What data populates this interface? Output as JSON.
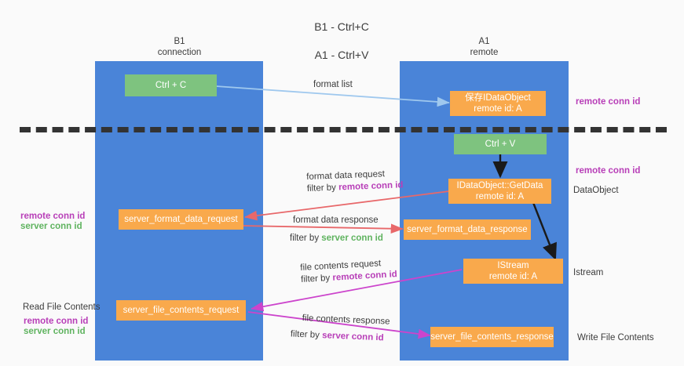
{
  "title": {
    "line1": "B1 - Ctrl+C",
    "line2": "A1 - Ctrl+V"
  },
  "lanes": [
    {
      "id": "b1",
      "name": "B1",
      "role": "connection",
      "label": "B1\nconnection",
      "color": "#4a84d8"
    },
    {
      "id": "a1",
      "name": "A1",
      "role": "remote",
      "label": "A1\nremote",
      "color": "#4a84d8"
    }
  ],
  "nodes": {
    "ctrl_c": "Ctrl + C",
    "ctrl_v": "Ctrl + V",
    "idataobject": "保存IDataObject\nremote id: A",
    "getdata": "IDataObject::GetData\nremote id: A",
    "istream": "IStream\nremote id: A",
    "server_format_data_request": "server_format_data_request",
    "server_format_data_response": "server_format_data_response",
    "server_file_contents_request": "server_file_contents_request",
    "server_file_contents_response": "server_file_contents_response"
  },
  "edges": {
    "format_list": "format list",
    "format_data_request": "format data request",
    "format_data_request_filter_prefix": "filter by ",
    "format_data_request_filter_key": "remote conn id",
    "format_data_response": "format data response",
    "format_data_response_filter_prefix": "filter by ",
    "format_data_response_filter_key": "server conn id",
    "file_contents_request": "file contents request",
    "file_contents_request_filter_prefix": "filter by ",
    "file_contents_request_filter_key": "remote conn id",
    "file_contents_response": "file contents response",
    "file_contents_response_filter_prefix": "filter by ",
    "file_contents_response_filter_key": "server conn id"
  },
  "side_labels": {
    "right_remote_conn_id_top": "remote conn id",
    "right_remote_conn_id_mid": "remote conn id",
    "right_dataobject": "DataObject",
    "right_istream": "Istream",
    "right_write_file_contents": "Write File Contents",
    "left_remote_conn_id": "remote conn id",
    "left_server_conn_id": "server conn id",
    "left_read_file_contents": "Read File Contents",
    "left_remote_conn_id_2": "remote conn id",
    "left_server_conn_id_2": "server conn id"
  },
  "colors": {
    "lane_blue": "#4a84d8",
    "node_orange": "#f9a94c",
    "node_green": "#7ec37f",
    "accent_purple": "#b83fb8",
    "accent_green": "#5fb35f",
    "arrow_red": "#e8686a",
    "arrow_lightblue": "#9fc8ee",
    "arrow_magenta": "#cc44cc",
    "arrow_black": "#1a1a1a",
    "divider": "#333333",
    "background": "#fafafa"
  }
}
